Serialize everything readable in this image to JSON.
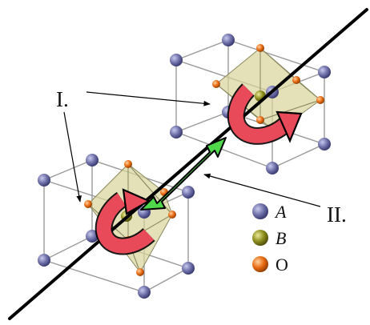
{
  "labels": {
    "rotation": "I.",
    "translation": "II."
  },
  "legend": [
    {
      "symbol": "A",
      "italic": true,
      "color": "#6e6fa8"
    },
    {
      "symbol": "B",
      "italic": true,
      "color": "#8c8c1c"
    },
    {
      "symbol": "O",
      "italic": false,
      "color": "#e86a10"
    }
  ],
  "colors": {
    "rotation_arrow": "#e84a5a",
    "translation_arrow": "#4fd84a",
    "octahedron": "#d8d49a",
    "cube_edge": "#9a9a9a",
    "axis": "#000000"
  }
}
